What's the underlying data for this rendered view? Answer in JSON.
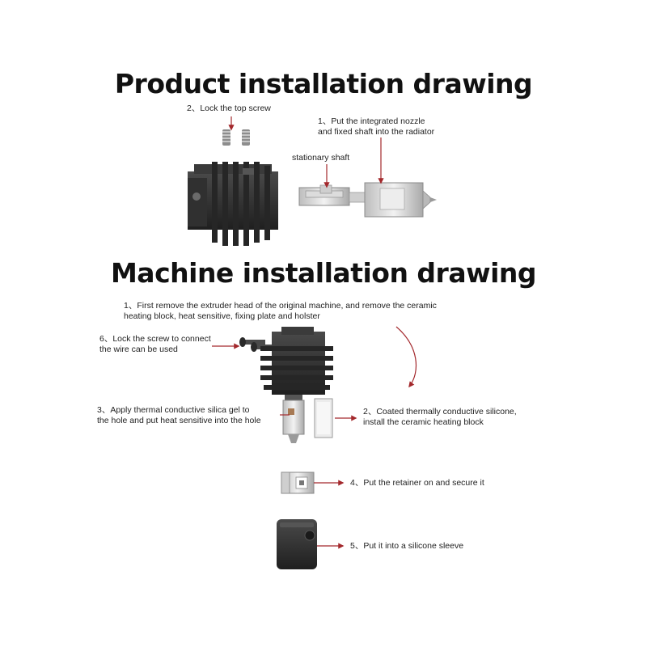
{
  "section1": {
    "title": "Product installation drawing",
    "step2": "2、Lock the top screw",
    "step1_line1": "1、Put the integrated nozzle",
    "step1_line2": "and fixed shaft into the radiator",
    "shaft_label": "stationary shaft"
  },
  "section2": {
    "title": "Machine installation drawing",
    "step1_line1": "1、First remove the extruder head of the original machine, and remove the ceramic",
    "step1_line2": "heating block, heat sensitive, fixing plate and holster",
    "step6_line1": "6、Lock the screw to connect",
    "step6_line2": "the wire can be used",
    "step3_line1": "3、Apply thermal conductive silica gel to",
    "step3_line2": "the hole and put heat sensitive into the hole",
    "step2_line1": "2、Coated thermally conductive silicone,",
    "step2_line2": "install the ceramic heating block",
    "step4": "4、Put the retainer on and secure it",
    "step5": "5、Put it into a silicone sleeve"
  },
  "colors": {
    "arrow": "#a3282c",
    "part_dark": "#2b2b2b",
    "part_light": "#e4e4e4"
  }
}
